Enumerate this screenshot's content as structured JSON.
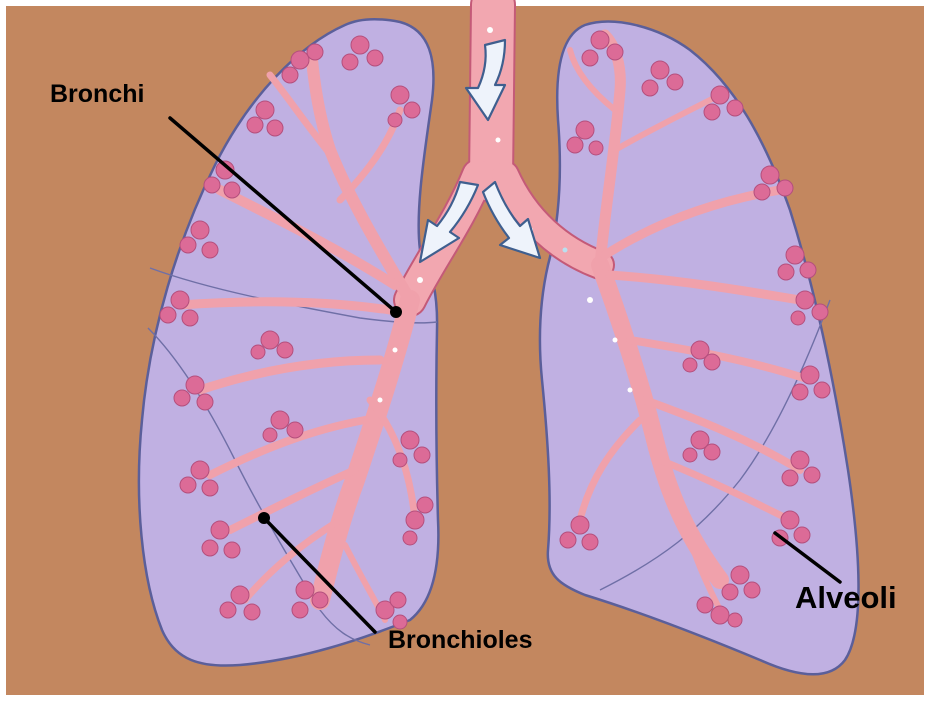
{
  "colors": {
    "background": "#c3875f",
    "lung_fill": "#c0b0e2",
    "lung_outline": "#5b5f9a",
    "airway": "#f2a7b0",
    "airway_outline": "#c45a78",
    "alveoli": "#dc6b97",
    "arrow_fill": "#eef3fb",
    "arrow_outline": "#3f5f8f",
    "pointer": "#000000"
  },
  "labels": {
    "bronchi": "Bronchi",
    "bronchioles": "Bronchioles",
    "alveoli": "Alveoli"
  },
  "icons": [
    "airflow-arrow-icon",
    "pointer-dot-icon"
  ]
}
